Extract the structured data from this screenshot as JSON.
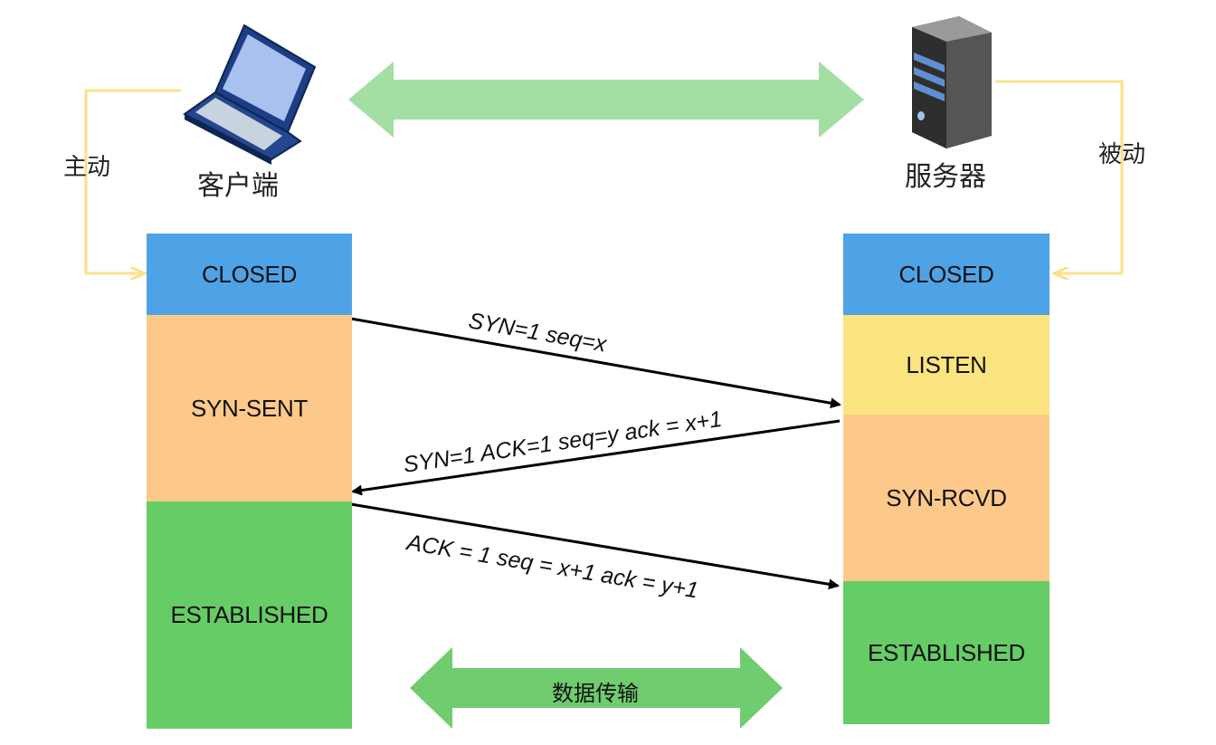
{
  "client": {
    "label": "客户端",
    "initiator": "主动"
  },
  "server": {
    "label": "服务器",
    "initiator": "被动"
  },
  "client_states": [
    "CLOSED",
    "SYN-SENT",
    "ESTABLISHED"
  ],
  "server_states": [
    "CLOSED",
    "LISTEN",
    "SYN-RCVD",
    "ESTABLISHED"
  ],
  "messages": [
    "SYN=1  seq=x",
    "SYN=1 ACK=1 seq=y ack = x+1",
    "ACK = 1 seq = x+1 ack = y+1"
  ],
  "transfer_label": "数据传输",
  "colors": {
    "closed": "#4ea3e6",
    "syn": "#fdc98a",
    "listen": "#fbe47f",
    "established": "#66cc66",
    "top_arrow": "#a3dea3",
    "bracket": "#fbe08a",
    "transfer_arrow": "#6fcc6f"
  }
}
